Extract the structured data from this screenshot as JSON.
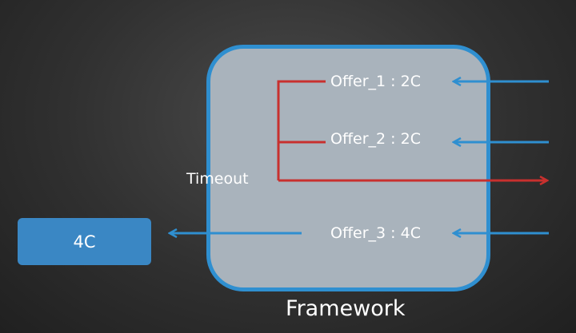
{
  "framework": {
    "label": "Framework"
  },
  "resource": {
    "label": "4C"
  },
  "timeout": {
    "label": "Timeout"
  },
  "offers": [
    {
      "label": "Offer_1 : 2C"
    },
    {
      "label": "Offer_2 : 2C"
    },
    {
      "label": "Offer_3 : 4C"
    }
  ],
  "colors": {
    "incoming_arrow": "#2f8fd0",
    "timeout_arrow": "#c8302e",
    "framework_border": "#2f8fd0",
    "framework_fill": "#a9b3bc",
    "resource_fill": "#3a87c4"
  }
}
